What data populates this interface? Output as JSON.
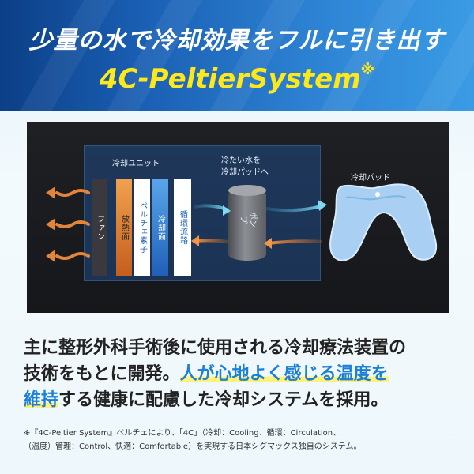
{
  "header": {
    "headline": "少量の水で冷却効果をフルに引き出す",
    "system_name": "4C-PeltierSystem",
    "note_mark": "※"
  },
  "diagram": {
    "unit_label": "冷却ユニット",
    "flow_label_line1": "冷たい水を",
    "flow_label_line2": "冷却パッドへ",
    "pad_label": "冷却パッド",
    "components": [
      "ファン",
      "放熱面",
      "ペルチェ素子",
      "冷却面",
      "循環流路"
    ],
    "pump_label": "ポンプ",
    "colors": {
      "fan": "#3a3a3e",
      "radiator": "#d9772a",
      "peltier": "#ffffff",
      "cooling": "#2f7fd6",
      "circuit": "#ffffff",
      "hot_arrow": "#e4843a",
      "cold_arrow": "#5fc6e8",
      "pad": "#a9d0f2"
    }
  },
  "body": {
    "line1": "主に整形外科手術後に使用される冷却療法装置の",
    "line2_pre": "技術をもとに開発。",
    "highlight1": "人が心地よく感じる温度を",
    "highlight2": "維持",
    "line3_post": "する健康に配慮した冷却システムを採用。"
  },
  "footnote": {
    "line1": "※『4C-Peltier System』ペルチェにより、「4C」（冷却：Cooling、循環：Circulation、",
    "line2": "（温度）管理：Control、快適：Comfortable）を実現する日本シグマックス独自のシステム。"
  }
}
